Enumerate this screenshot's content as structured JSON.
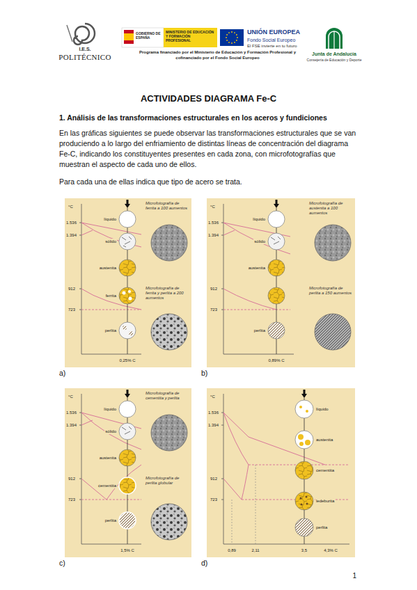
{
  "diagram": {
    "title": "ACTIVIDADES DIAGRAMA Fe-C",
    "labels": [
      "I.E.S.",
      "POLITÉCNICO",
      "GOBIERNO DE ESPAÑA",
      "MINISTERIO DE EDUCACIÓN Y FORMACIÓN PROFESIONAL",
      "UNIÓN EUROPEA",
      "Fondo Social Europeo",
      "El FSE invierte en tu futuro",
      "Programa financiado por el Ministerio de Educación y Formación Profesional y cofinanciado por el Fondo Social Europeo",
      "Junta de Andalucía",
      "Consejería de Educación y Deporte",
      "1. Análisis de las transformaciones estructurales en los aceros y fundiciones",
      "En las gráficas siguientes se puede observar las transformaciones estructurales que se van produciendo a lo largo del enfriamiento de distintas líneas de concentración del diagrama Fe-C, indicando los constituyentes presentes en cada zona, con microfotografías que muestran el aspecto de cada uno de ellos.",
      "Para cada una de ellas indica que tipo de acero se trata.",
      "°C",
      "1.536",
      "1.394",
      "912",
      "723",
      "líquido",
      "sólido",
      "austenita",
      "ferrita",
      "perlita",
      "Microfotografía de ferrita a 100 aumentos",
      "Microfotografía de ferrita y perlita a 200 aumentos",
      "0,25% C",
      "a)",
      "°C",
      "1.536",
      "1.394",
      "912",
      "723",
      "líquido",
      "sólido",
      "austenita",
      "perlita",
      "Microfotografía de austenita a 100 aumentos",
      "Microfotografía de perlita a 150 aumentos",
      "0,89% C",
      "b)",
      "°C",
      "1.536",
      "1.394",
      "912",
      "723",
      "líquido",
      "sólido",
      "austenita",
      "cementita",
      "perlita",
      "Microfotografía de cementita y perlita",
      "Microfotografía de perlita globular",
      "1,5% C",
      "c)",
      "°C",
      "1.536",
      "1.394",
      "912",
      "723",
      "líquido",
      "austenita",
      "cementita",
      "ledeburita",
      "perlita",
      "0,89",
      "2,11",
      "3,5",
      "4,3% C",
      "d)",
      "1"
    ]
  }
}
